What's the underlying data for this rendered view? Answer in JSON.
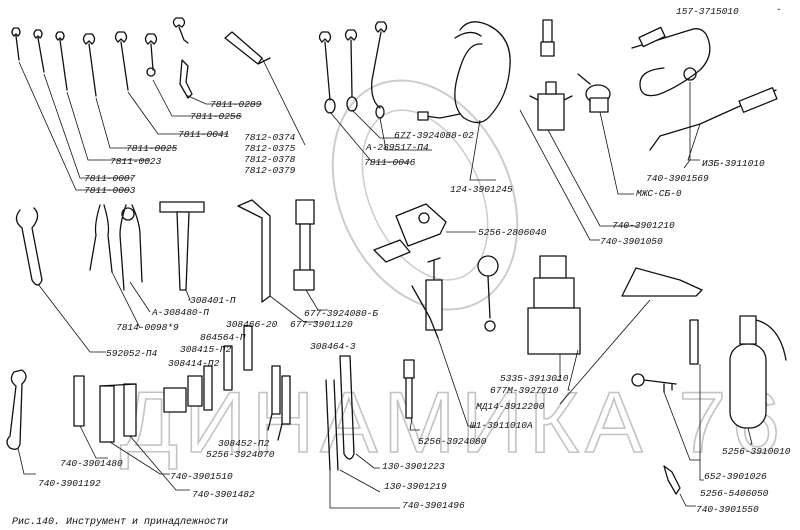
{
  "caption": "Рис.140. Инструмент и принадлежности",
  "watermark": "ДИНАМИКА 76",
  "corner_mark": "-",
  "parts": [
    "157-3715010",
    "7811-0289",
    "7811-0256",
    "7811-0041",
    "7811-0025",
    "7811-0023",
    "7811-0007",
    "7811-0003",
    "7812-0374",
    "7812-0375",
    "7812-0378",
    "7812-0379",
    "677-3924088-02",
    "А-289517-П4",
    "7811-0046",
    "124-3901245",
    "740-3901569",
    "ИЗБ-3911010",
    "МЖС-СБ-0",
    "740-3901210",
    "740-3901050",
    "5256-2806040",
    "308401-П",
    "А-308480-П",
    "7814-0098*9",
    "592052-П4",
    "677-3924080-Б",
    "677-3901120",
    "308466-20",
    "864564-П",
    "308415-П2",
    "308414-П2",
    "308464-3",
    "5335-3913010",
    "677М-3927010",
    "МД14-3912200",
    "Ш1-3911010А",
    "5256-3924080",
    "308452-П2",
    "5256-3924070",
    "740-3901480",
    "740-3901192",
    "740-3901510",
    "740-3901482",
    "130-3901223",
    "130-3901219",
    "740-3901496",
    "5256-3910010",
    "652-3901026",
    "5256-5406050",
    "740-3901550"
  ]
}
